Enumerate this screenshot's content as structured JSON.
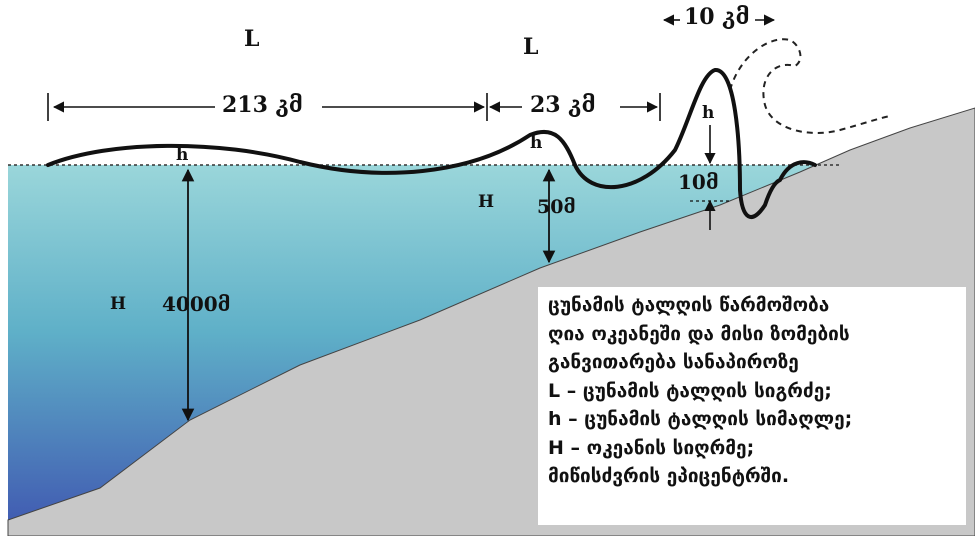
{
  "labels": {
    "l_left": "L",
    "l_right": "L",
    "dist_213": "213 კმ",
    "dist_23": "23 კმ",
    "dist_10": "10 კმ",
    "h_left": "h",
    "h_middle": "h",
    "h_right": "h",
    "depth_h_left": "H",
    "depth_h_middle": "H",
    "depth_4000": "4000მ",
    "depth_50": "50მ",
    "height_10": "10მ"
  },
  "legend": [
    "ცუნამის ტალღის წარმოშობა",
    "ღია ოკეანეში და მისი ზომების",
    "განვითარება სანაპიროზე",
    "L – ცუნამის ტალღის სიგრძე;",
    "h – ცუნამის ტალღის სიმაღლე;",
    "H – ოკეანის სიღრმე;",
    "მიწისძვრის ეპიცენტრში."
  ],
  "colors": {
    "water_top": "#9ad6da",
    "water_bottom": "#3f56b0",
    "seabed": "#c8c8c8",
    "wave_line": "#111111"
  }
}
